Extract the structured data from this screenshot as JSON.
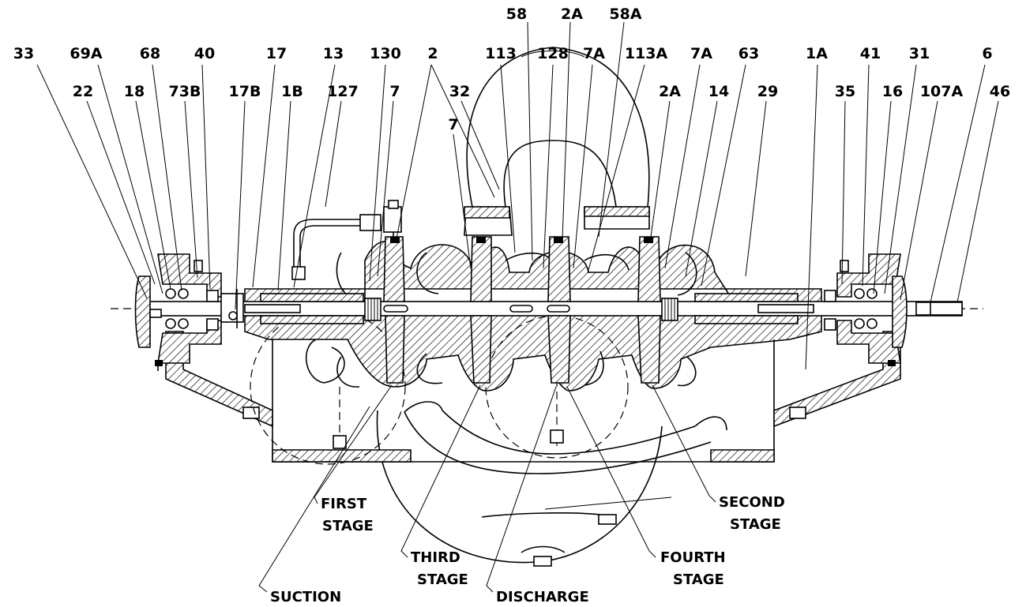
{
  "part_labels": {
    "row1": [
      "58",
      "2A",
      "58A"
    ],
    "row2": [
      "33",
      "69A",
      "68",
      "40",
      "17",
      "13",
      "130",
      "2",
      "113",
      "128",
      "7A",
      "113A",
      "7A",
      "63",
      "1A",
      "41",
      "31",
      "6"
    ],
    "row3": [
      "22",
      "18",
      "73B",
      "17B",
      "1B",
      "127",
      "7",
      "32",
      "2A",
      "14",
      "29",
      "35",
      "16",
      "107A",
      "46"
    ],
    "row4": [
      "7"
    ]
  },
  "stage_labels": {
    "first_stage": [
      "FIRST",
      "STAGE"
    ],
    "second_stage": [
      "SECOND",
      "STAGE"
    ],
    "third_stage": [
      "THIRD",
      "STAGE"
    ],
    "fourth_stage": [
      "FOURTH",
      "STAGE"
    ],
    "suction": "SUCTION",
    "discharge": "DISCHARGE"
  }
}
